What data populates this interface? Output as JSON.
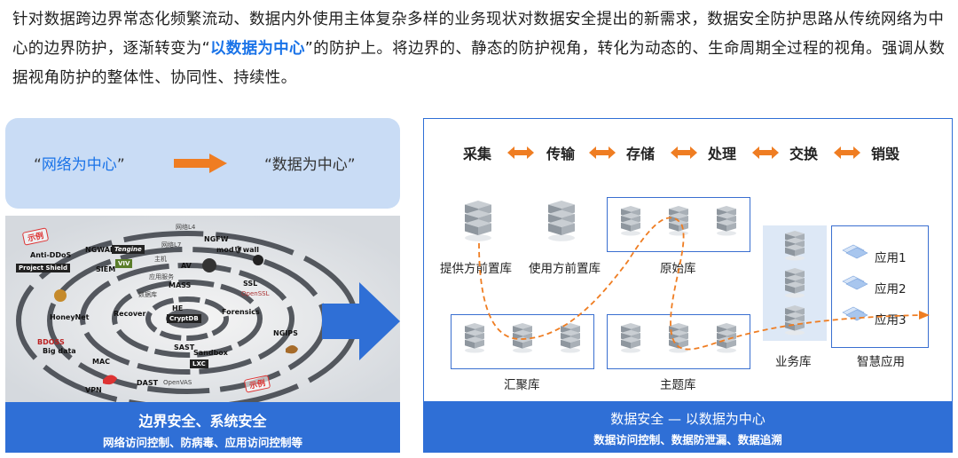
{
  "intro": {
    "part1": "针对数据跨边界常态化频繁流动、数据内外使用主体复杂多样的业务现状对数据安全提出的新需求，数据安全防护思路从传统网络为中心的边界防护，逐渐转变为“",
    "highlight": "以数据为中心",
    "part2": "”的防护上。将边界的、静态的防护视角，转化为动态的、生命周期全过程的视角。强调从数据视角防护的整体性、协同性、持续性。"
  },
  "shift": {
    "from_open": "“",
    "from_text": "网络为中心",
    "from_close": "”",
    "to_text": "“数据为中心”",
    "arrow_color": "#ef7d22"
  },
  "photo": {
    "stamp_top": "示例",
    "stamp_bottom": "示例",
    "labels": {
      "anti_ddos": "Anti-DDoS",
      "project_shield": "Project Shield",
      "ngwaf": "NGWAF",
      "tengine": "Tengine",
      "ngfw": "NGFW",
      "modsec": "mod🛡wall",
      "siem": "SIEM",
      "ivi": "VIV",
      "av": "AV",
      "mass": "MASS",
      "ssl": "SSL",
      "openssl": "OpenSSL",
      "honeynet": "HoneyNet",
      "recover": "Recover",
      "he": "HE",
      "cryptdb": "CryptDB",
      "forensics": "Forensics",
      "bdoss": "BDOSS",
      "bigdata": "Big data",
      "ngips": "NGIPS",
      "sast": "SAST",
      "sandbox": "Sandbox",
      "mac": "MAC",
      "lxc": "LXC",
      "dast": "DAST",
      "openvas": "OpenVAS",
      "vpn": "VPN",
      "ring_net4": "网络L4",
      "ring_net7": "网络L7",
      "ring_host": "主机",
      "ring_app": "应用服务",
      "ring_db": "数据库"
    }
  },
  "left_footer": {
    "title": "边界安全、系统安全",
    "subtitle": "网络访问控制、防病毒、应用访问控制等"
  },
  "big_arrow_color": "#2f6fd6",
  "right": {
    "stages": [
      "采集",
      "传输",
      "存储",
      "处理",
      "交换",
      "销毁"
    ],
    "stage_arrow_color": "#ef7d22",
    "nodes": {
      "provider": "提供方前置库",
      "consumer": "使用方前置库",
      "raw": "原始库",
      "aggregate": "汇聚库",
      "topic": "主题库",
      "business": "业务库",
      "smart_app": "智慧应用"
    },
    "apps": [
      "应用1",
      "应用2",
      "应用3"
    ],
    "flow_color": "#ef7d22",
    "footer": {
      "title": "数据安全 — 以数据为中心",
      "subtitle": "数据访问控制、数据防泄漏、数据追溯"
    }
  }
}
